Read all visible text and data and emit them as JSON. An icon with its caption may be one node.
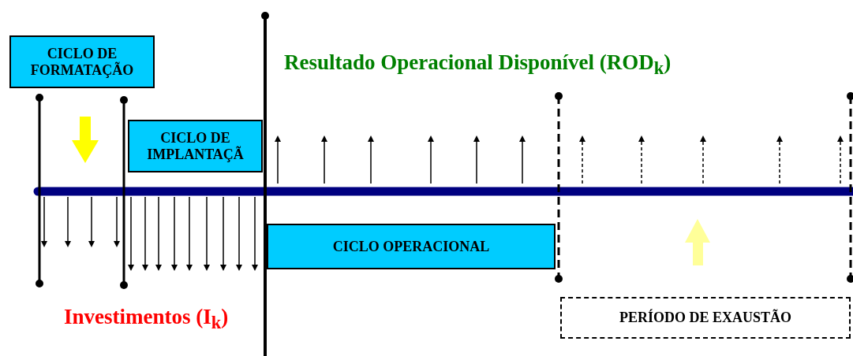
{
  "diagram": {
    "nodes": [
      {
        "text": [
          "CICLO DE FORMATAÇÃO"
        ]
      },
      {
        "text": [
          "CICLO DE IMPLANTAÇÃ"
        ]
      },
      {
        "text": [
          "CICLO OPERACIONAL"
        ]
      },
      {
        "text": [
          "PERÍODO DE EXAUSTÃO"
        ]
      }
    ],
    "labels": [
      "Resultado Operacional Disponível (ROD$_{k}$)",
      "Investimentos (I$_{k}$)"
    ]
  }
}
